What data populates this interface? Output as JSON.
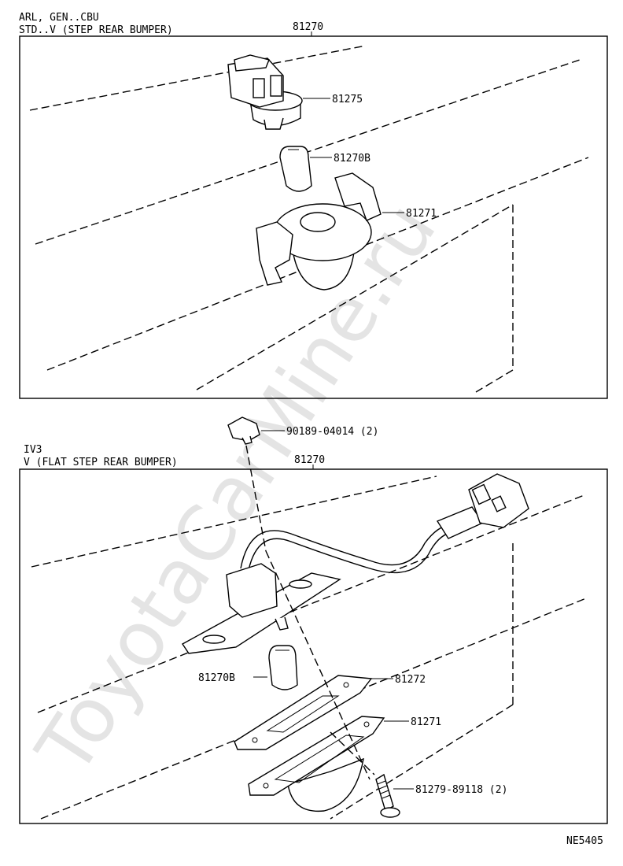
{
  "watermark": "ToyotaCarMine.ru",
  "upper": {
    "label_line1": "ARL, GEN..CBU",
    "label_line2": "STD..V (STEP REAR BUMPER)",
    "assembly": "81270",
    "parts": [
      "81275",
      "81270B",
      "81271"
    ]
  },
  "lower": {
    "bolt": "90189-04014 (2)",
    "label_line1": "IV3",
    "label_line2": "V (FLAT STEP REAR BUMPER)",
    "assembly": "81270",
    "parts": [
      "81270B",
      "81272",
      "81271",
      "81279-89118 (2)"
    ]
  },
  "figure_code": "NE5405"
}
